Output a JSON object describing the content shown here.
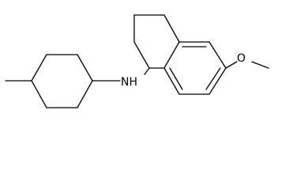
{
  "molecule": {
    "atom_labels": {
      "nitrogen": "NH",
      "oxygen": "O"
    },
    "line_color": "#000000",
    "background_color": "#ffffff",
    "ring_count": 3,
    "ring_types": [
      "cyclohexane",
      "tetrahydronaphthalene"
    ],
    "substituents": [
      "methyl",
      "methoxy"
    ]
  }
}
